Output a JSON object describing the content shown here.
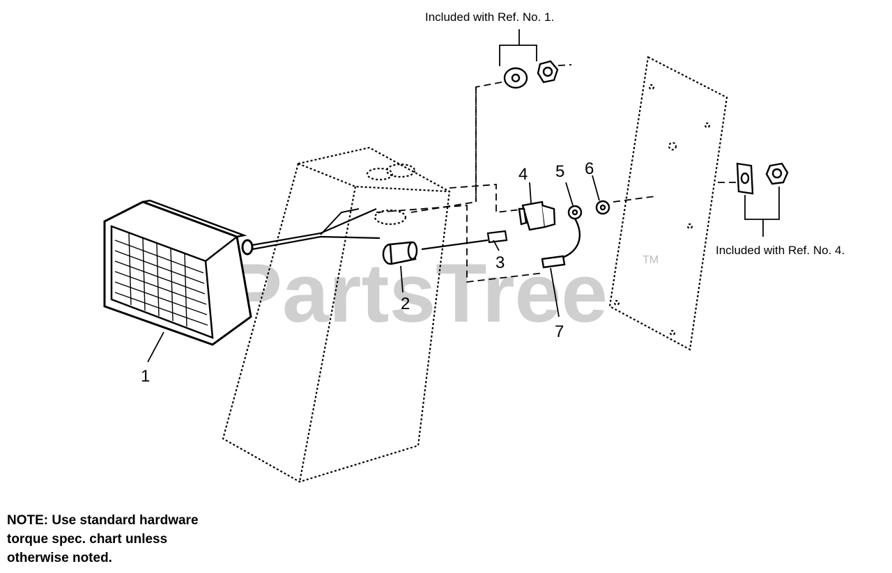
{
  "watermark": {
    "brand": "PartsTree",
    "trademark": "TM"
  },
  "callouts": [
    {
      "ref": "1",
      "part": "headlight"
    },
    {
      "ref": "2",
      "part": "light-socket"
    },
    {
      "ref": "3",
      "part": "wire-connector"
    },
    {
      "ref": "4",
      "part": "toggle-switch"
    },
    {
      "ref": "5",
      "part": "ring-terminal"
    },
    {
      "ref": "6",
      "part": "lock-washer"
    },
    {
      "ref": "7",
      "part": "wire-lead"
    }
  ],
  "included_labels": {
    "top": "Included with Ref. No. 1.",
    "right": "Included with Ref. No. 4."
  },
  "note": {
    "line1": "NOTE: Use standard hardware",
    "line2": "torque spec. chart unless",
    "line3": "otherwise noted."
  }
}
